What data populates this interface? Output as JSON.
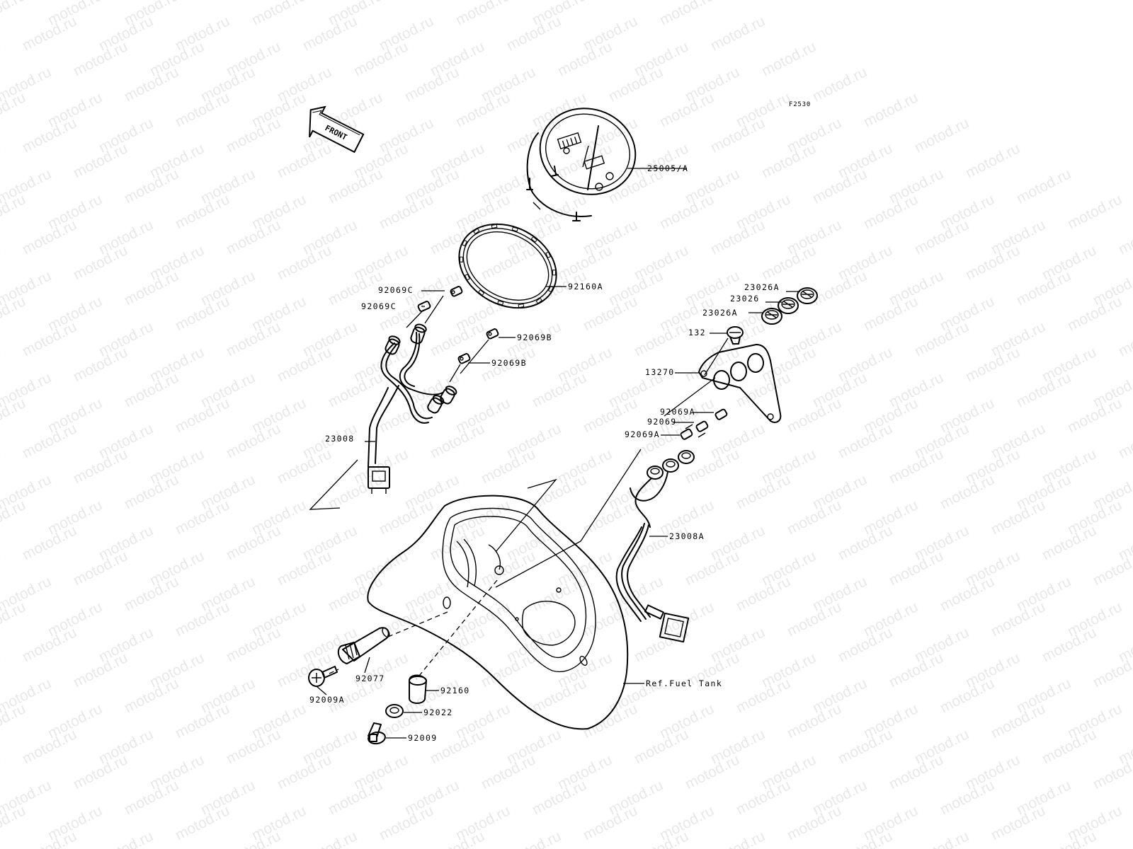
{
  "watermark": {
    "text": "motod.ru",
    "color": "#e6e6e6"
  },
  "diagram_code": "F2530",
  "front_indicator": {
    "label": "FRONT",
    "icon": "front-arrow-icon"
  },
  "parts": [
    {
      "id": "25005a",
      "label": "25005/A",
      "name": "meter-assembly"
    },
    {
      "id": "92160a",
      "label": "92160A",
      "name": "meter-ring"
    },
    {
      "id": "92069c-1",
      "label": "92069C",
      "name": "bulb"
    },
    {
      "id": "92069c-2",
      "label": "92069C",
      "name": "bulb"
    },
    {
      "id": "92069b-1",
      "label": "92069B",
      "name": "bulb"
    },
    {
      "id": "92069b-2",
      "label": "92069B",
      "name": "bulb"
    },
    {
      "id": "23008",
      "label": "23008",
      "name": "socket-assembly"
    },
    {
      "id": "23026a-1",
      "label": "23026A",
      "name": "lens"
    },
    {
      "id": "23026",
      "label": "23026",
      "name": "lens"
    },
    {
      "id": "23026a-2",
      "label": "23026A",
      "name": "lens"
    },
    {
      "id": "132",
      "label": "132",
      "name": "screw"
    },
    {
      "id": "13270",
      "label": "13270",
      "name": "plate"
    },
    {
      "id": "92069a-1",
      "label": "92069A",
      "name": "bulb"
    },
    {
      "id": "92069",
      "label": "92069",
      "name": "bulb"
    },
    {
      "id": "92069a-2",
      "label": "92069A",
      "name": "bulb"
    },
    {
      "id": "23008a",
      "label": "23008A",
      "name": "socket-assembly"
    },
    {
      "id": "92077",
      "label": "92077",
      "name": "knob"
    },
    {
      "id": "92009a",
      "label": "92009A",
      "name": "screw"
    },
    {
      "id": "92160",
      "label": "92160",
      "name": "damper"
    },
    {
      "id": "92022",
      "label": "92022",
      "name": "washer"
    },
    {
      "id": "92009",
      "label": "92009",
      "name": "screw"
    },
    {
      "id": "ref-fuel-tank",
      "label": "Ref.Fuel Tank",
      "name": "fuel-tank-reference"
    }
  ]
}
